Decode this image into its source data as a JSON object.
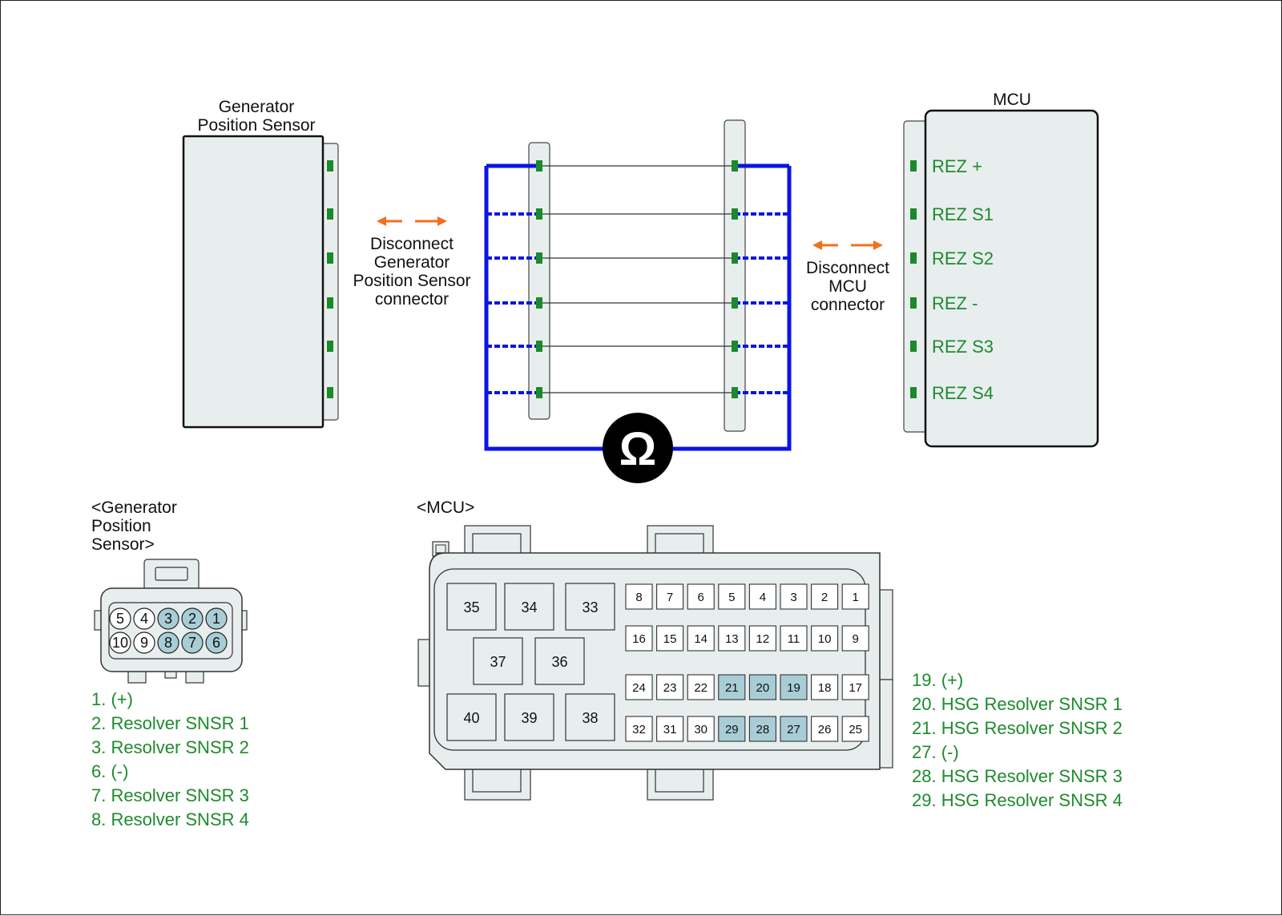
{
  "colors": {
    "wire": "#0a14e6",
    "arrow": "#f07020",
    "terminal": "#1a8a2a",
    "highlight": "#a8cdd6",
    "body_fill": "#e8eeee",
    "label_green": "#1e8a2e"
  },
  "top": {
    "gps_title_line1": "Generator",
    "gps_title_line2": "Position Sensor",
    "mcu_title": "MCU",
    "disconnect_gps": [
      "Disconnect",
      "Generator",
      "Position Sensor",
      "connector"
    ],
    "disconnect_mcu": [
      "Disconnect",
      "MCU",
      "connector"
    ],
    "mcu_terminals": [
      "REZ +",
      "REZ S1",
      "REZ S2",
      "REZ -",
      "REZ S3",
      "REZ S4"
    ],
    "ohmmeter_symbol": "Ω"
  },
  "gps_connector": {
    "title_lines": [
      "<Generator",
      "Position",
      "Sensor>"
    ],
    "top_row": [
      "5",
      "4",
      "3",
      "2",
      "1"
    ],
    "bottom_row": [
      "10",
      "9",
      "8",
      "7",
      "6"
    ],
    "highlighted": [
      "1",
      "2",
      "3",
      "6",
      "7",
      "8"
    ],
    "legend": [
      "1. (+)",
      "2. Resolver SNSR 1",
      "3. Resolver SNSR 2",
      "6. (-)",
      "7. Resolver SNSR 3",
      "8. Resolver SNSR 4"
    ]
  },
  "mcu_connector": {
    "title": "<MCU>",
    "large_pins": [
      "35",
      "34",
      "33",
      "37",
      "36",
      "40",
      "39",
      "38"
    ],
    "rows": [
      [
        "8",
        "7",
        "6",
        "5",
        "4",
        "3",
        "2",
        "1"
      ],
      [
        "16",
        "15",
        "14",
        "13",
        "12",
        "11",
        "10",
        "9"
      ],
      [
        "24",
        "23",
        "22",
        "21",
        "20",
        "19",
        "18",
        "17"
      ],
      [
        "32",
        "31",
        "30",
        "29",
        "28",
        "27",
        "26",
        "25"
      ]
    ],
    "highlighted": [
      "19",
      "20",
      "21",
      "27",
      "28",
      "29"
    ],
    "legend": [
      "19. (+)",
      "20. HSG Resolver SNSR 1",
      "21. HSG Resolver SNSR 2",
      "27. (-)",
      "28. HSG Resolver SNSR 3",
      "29. HSG Resolver SNSR 4"
    ]
  }
}
